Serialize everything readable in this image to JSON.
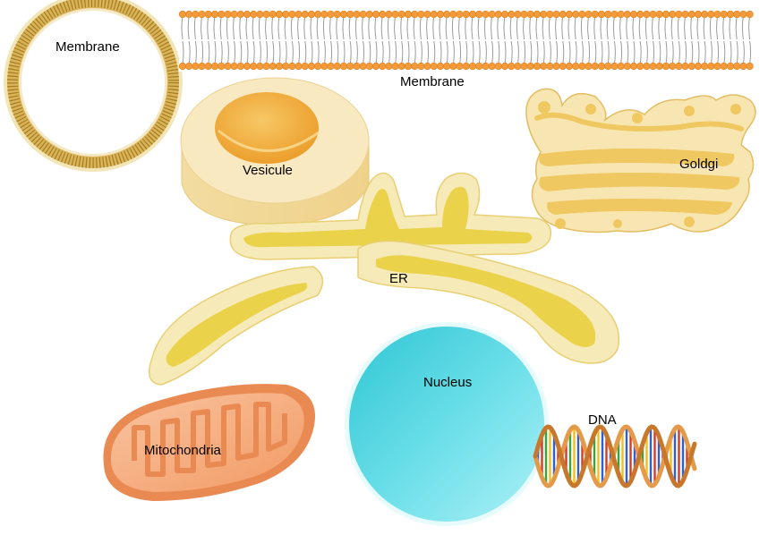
{
  "labels": {
    "membrane_ring": "Membrane",
    "membrane_bilayer": "Membrane",
    "vesicule": "Vesicule",
    "golgi": "Goldgi",
    "er": "ER",
    "nucleus": "Nucleus",
    "dna": "DNA",
    "mitochondria": "Mitochondria"
  },
  "colors": {
    "lipid_head": "#f39a3a",
    "ring_gold": "#c79a3c",
    "vesicule_cream": "#f4e6b4",
    "vesicule_inner": "#f3b94a",
    "er_yellow": "#e8cf3e",
    "er_cream": "#f7eebc",
    "golgi_cream": "#f8e6b2",
    "golgi_gold": "#f0c862",
    "nucleus_cyan": "#4ed6e2",
    "mito_orange": "#f7b084",
    "mito_dark": "#e98a52",
    "dna_backbone": "#e59a4a"
  }
}
